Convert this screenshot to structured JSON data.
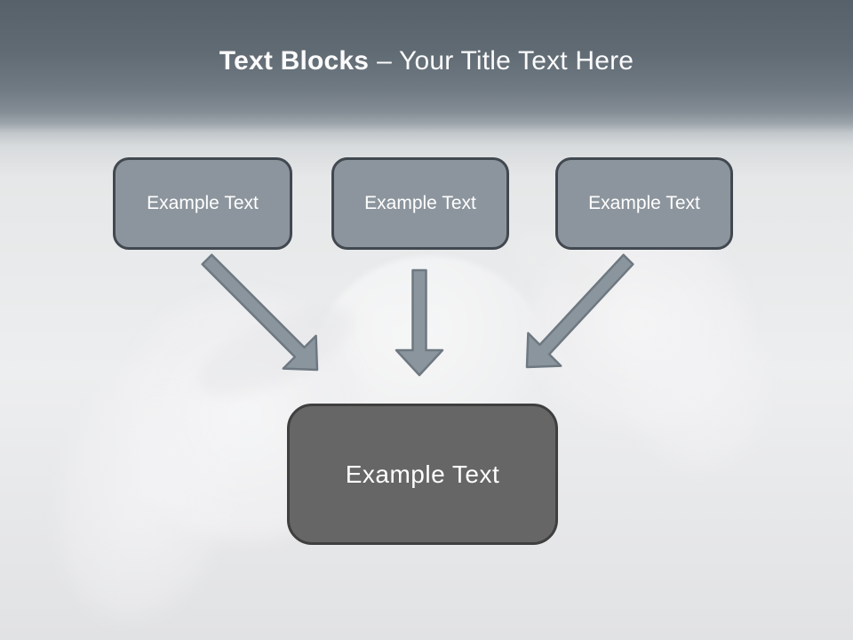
{
  "slide": {
    "title": {
      "bold": "Text Blocks",
      "rest": "– Your Title Text Here"
    },
    "top_blocks": [
      {
        "label": "Example Text"
      },
      {
        "label": "Example Text"
      },
      {
        "label": "Example Text"
      }
    ],
    "result_block": {
      "label": "Example Text"
    },
    "colors": {
      "header_top": "#57616A",
      "header_bottom": "#8A939B",
      "body_background": "#ECEDEE",
      "block_fill": "#8C959D",
      "block_border": "#414850",
      "result_fill": "#666666",
      "result_border": "#3F3F3F",
      "arrow_fill": "#8B959E",
      "arrow_outline": "#6E7881",
      "title_text": "#FBFBFC",
      "block_text": "#FFFFFF"
    }
  }
}
